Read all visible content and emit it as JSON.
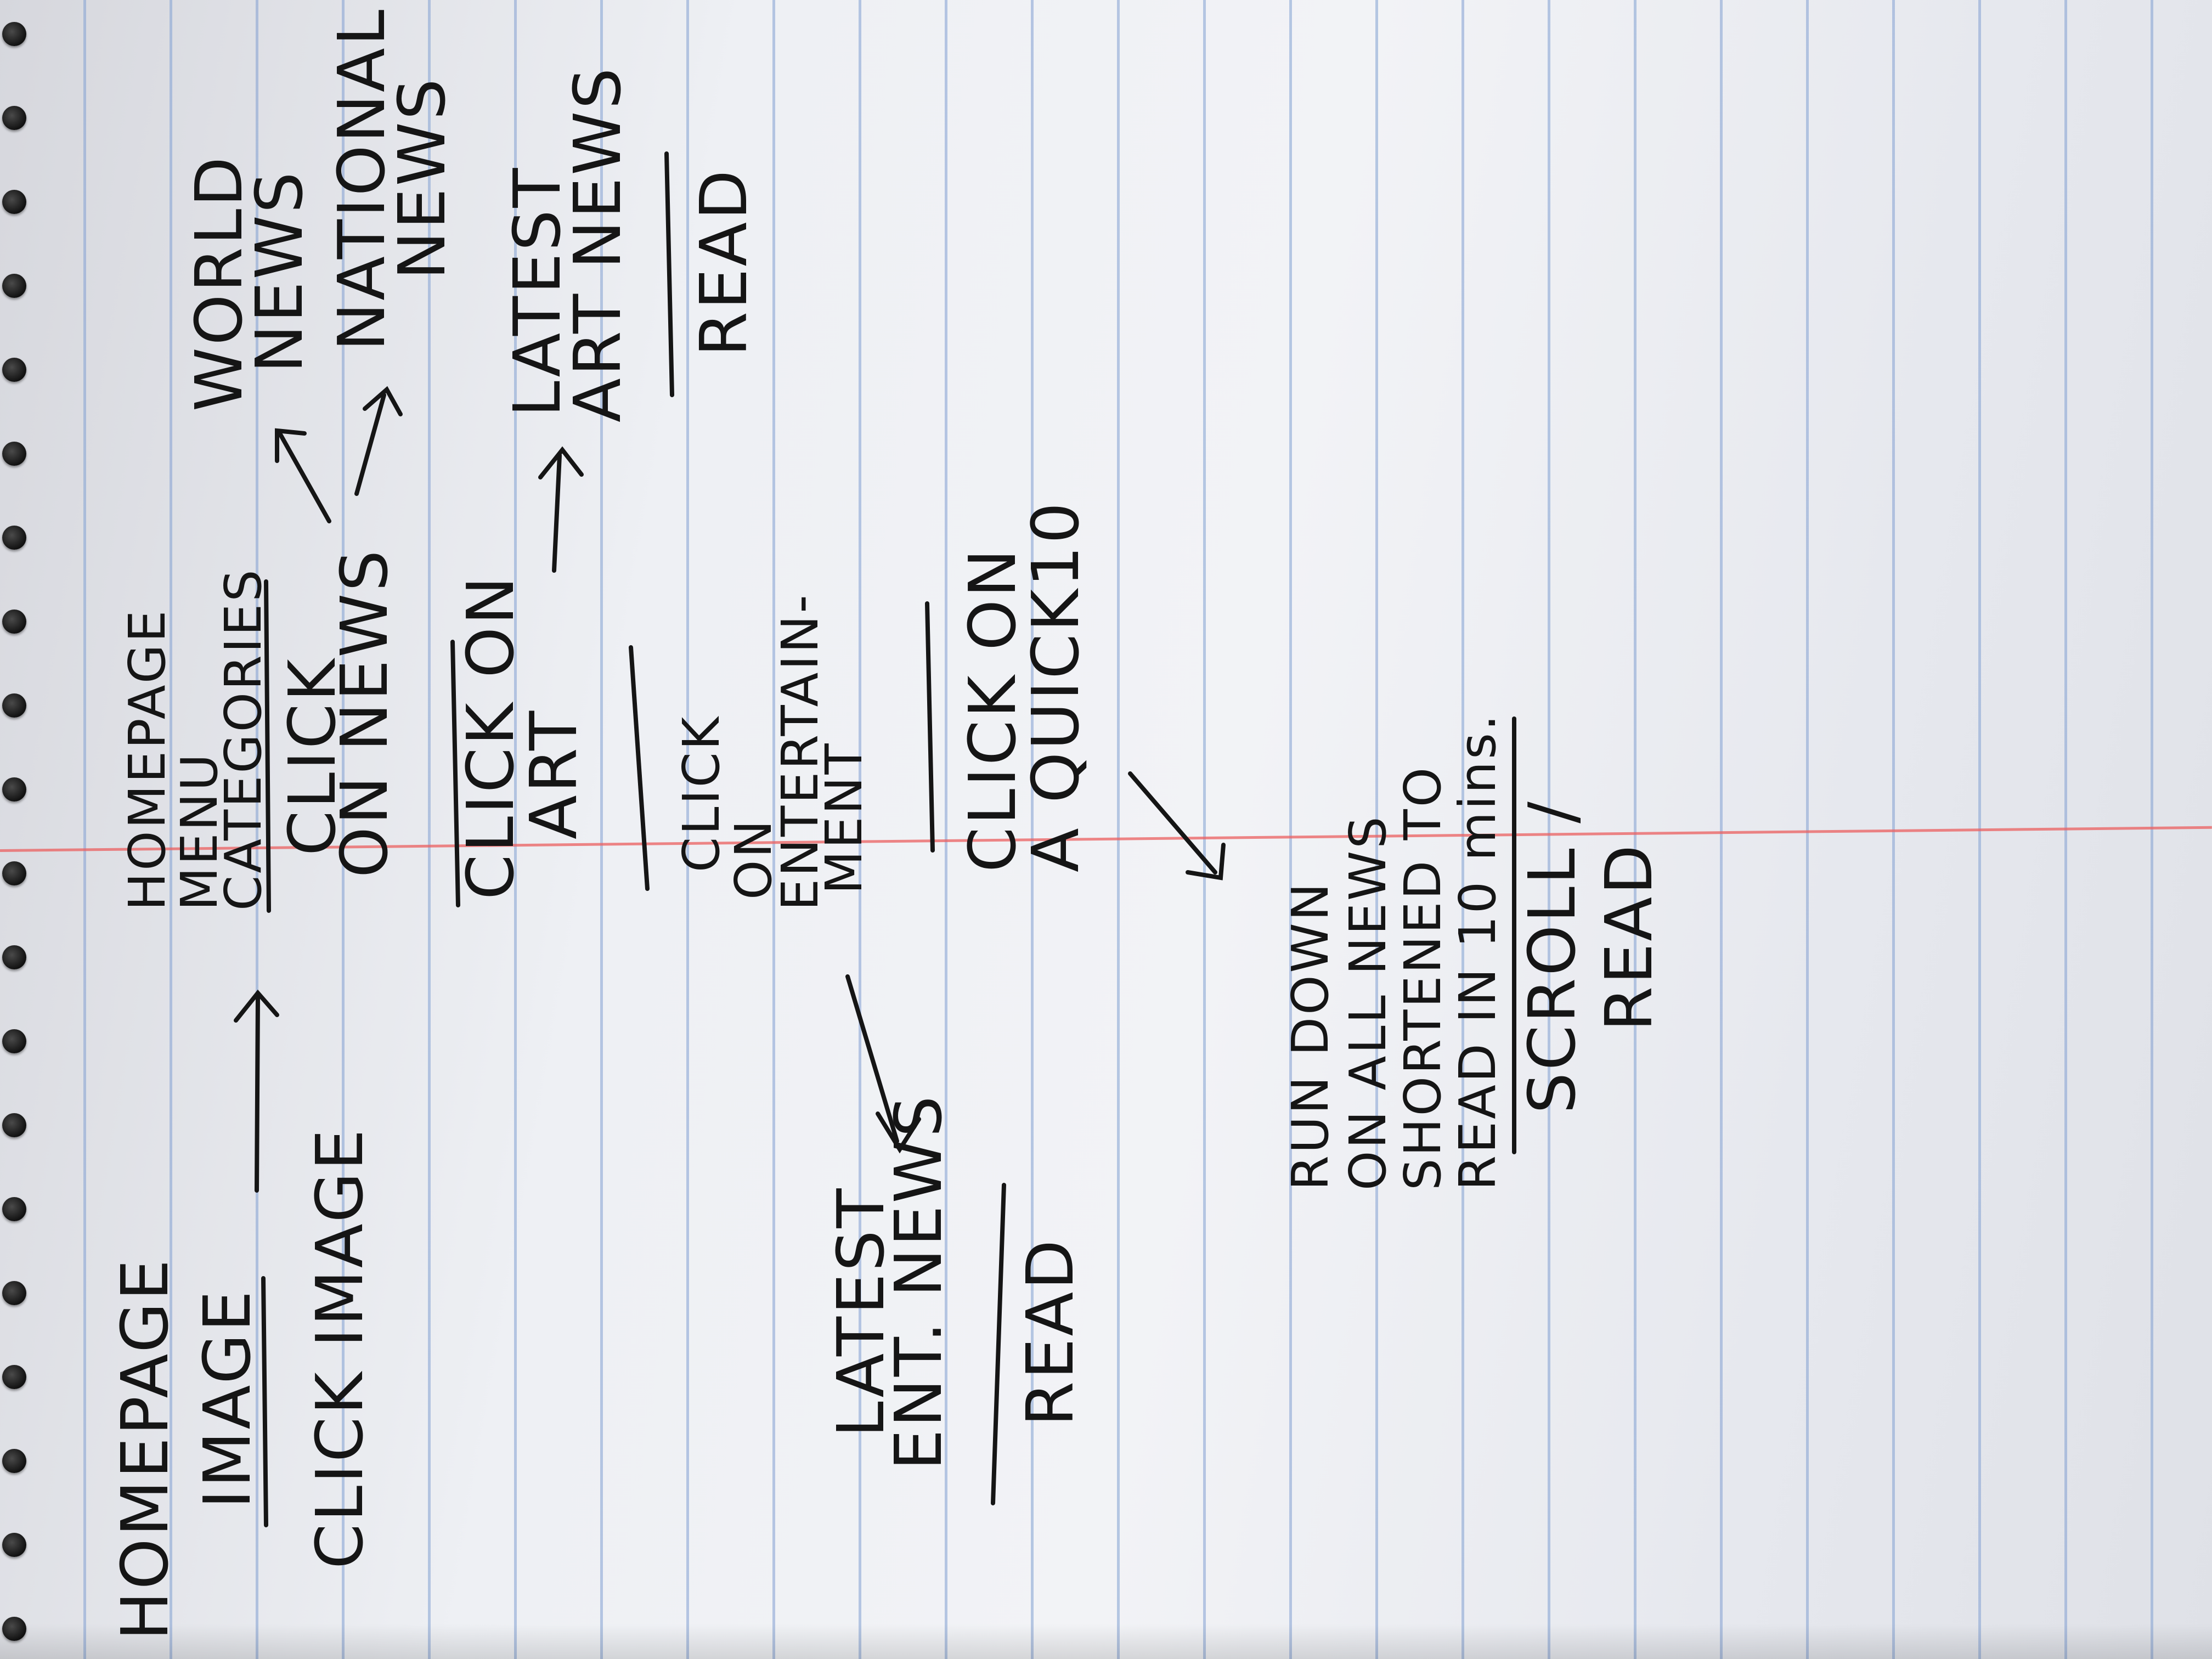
{
  "nodes": {
    "homepage_image": [
      "HOMEPAGE",
      "IMAGE"
    ],
    "click_image": "CLICK IMAGE",
    "homepage_menu": [
      "HOMEPAGE",
      "MENU",
      "CATEGORIES"
    ],
    "click_news": [
      "CLICK",
      "ON NEWS"
    ],
    "world_news": [
      "WORLD",
      "NEWS"
    ],
    "national_news": [
      "NATIONAL",
      "NEWS"
    ],
    "click_art": [
      "CLICK ON",
      "ART"
    ],
    "latest_art_news": [
      "LATEST",
      "ART NEWS"
    ],
    "read_art": "READ",
    "click_entertainment": [
      "CLICK",
      "ON",
      "ENTERTAIN-",
      "MENT"
    ],
    "latest_ent_news": [
      "LATEST",
      "ENT. NEWS"
    ],
    "read_ent": "READ",
    "click_quick10": [
      "CLICK ON",
      "A QUICK10"
    ],
    "rundown": [
      "RUN DOWN",
      "ON ALL NEWS",
      "SHORTENED TO",
      "READ IN 10 mins."
    ],
    "scroll_read": [
      "SCROLL /",
      "READ"
    ]
  }
}
